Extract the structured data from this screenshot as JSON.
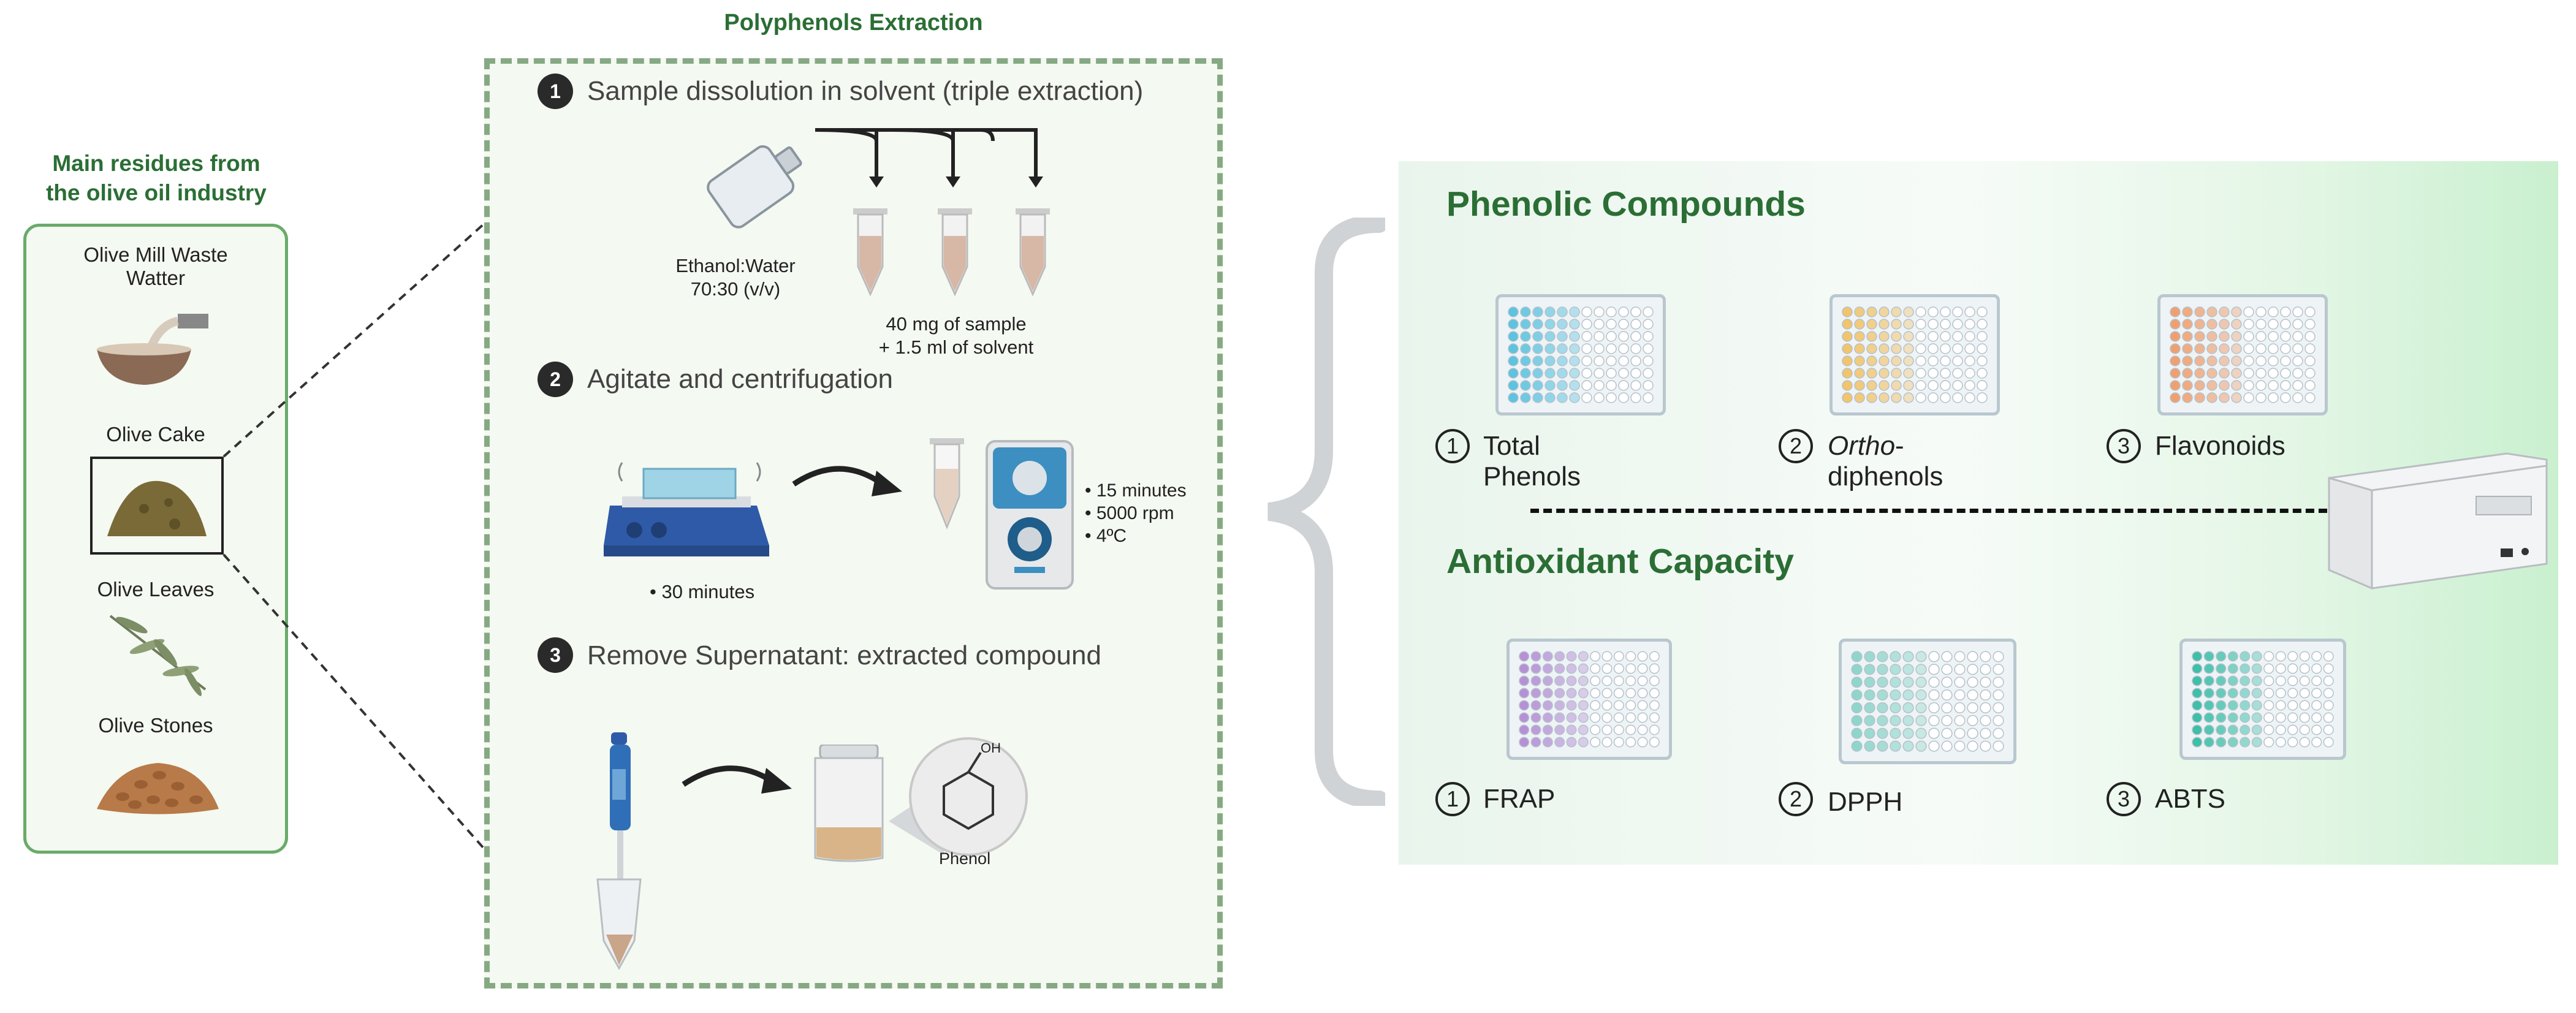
{
  "left": {
    "title_line1": "Main residues from",
    "title_line2": "the olive oil industry",
    "items": [
      {
        "label_line1": "Olive Mill Waste",
        "label_line2": "Watter"
      },
      {
        "label_line1": "Olive Cake",
        "label_line2": ""
      },
      {
        "label_line1": "Olive Leaves",
        "label_line2": ""
      },
      {
        "label_line1": "Olive Stones",
        "label_line2": ""
      }
    ]
  },
  "extraction": {
    "title": "Polyphenols Extraction",
    "steps": [
      {
        "num": "1",
        "text": "Sample dissolution in solvent (triple extraction)"
      },
      {
        "num": "2",
        "text": "Agitate and centrifugation"
      },
      {
        "num": "3",
        "text": "Remove Supernatant: extracted compound"
      }
    ],
    "solvent_line1": "Ethanol:Water",
    "solvent_line2": "70:30 (v/v)",
    "sample_line1": "40 mg of sample",
    "sample_line2": "+ 1.5 ml of solvent",
    "shaker_time": "30 minutes",
    "centrifuge_conditions": [
      "15 minutes",
      "5000 rpm",
      "4ºC"
    ],
    "phenol_label": "Phenol",
    "phenol_oh": "OH"
  },
  "analysis": {
    "phenolic_title": "Phenolic Compounds",
    "antioxidant_title": "Antioxidant Capacity",
    "phenolic_assays": [
      {
        "num": "1",
        "label": "Total Phenols",
        "italic": "",
        "color": "#5cc3e0"
      },
      {
        "num": "2",
        "label": "-diphenols",
        "italic": "Ortho",
        "color": "#f2c46b"
      },
      {
        "num": "3",
        "label": "Flavonoids",
        "italic": "",
        "color": "#f0a070"
      }
    ],
    "antioxidant_assays": [
      {
        "num": "1",
        "label": "FRAP",
        "italic": "",
        "color": "#b690d6"
      },
      {
        "num": "2",
        "label": "DPPH",
        "italic": "",
        "color": "#8ed6cb"
      },
      {
        "num": "3",
        "label": "ABTS",
        "italic": "",
        "color": "#3dbfa8"
      }
    ]
  },
  "colors": {
    "accent_green": "#2b6e35",
    "box_border": "#6aab6a",
    "dashed_border": "#86a983"
  }
}
